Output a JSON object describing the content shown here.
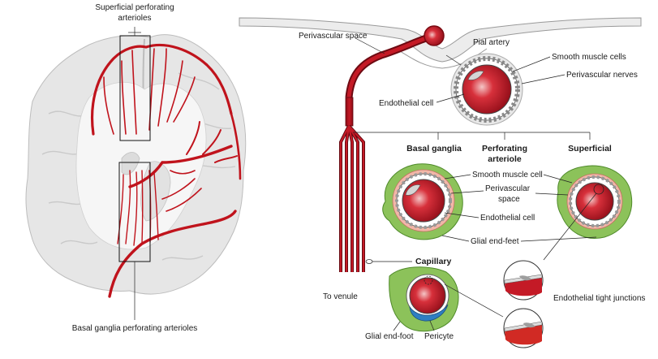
{
  "labels": {
    "superficial_perforating": [
      "Superficial perforating",
      "arterioles"
    ],
    "basal_ganglia_perforating": "Basal ganglia perforating arterioles",
    "perivascular_space_top": "Perivascular space",
    "pial_artery": "Pial artery",
    "smooth_muscle_cells": "Smooth muscle cells",
    "perivascular_nerves": "Perivascular nerves",
    "endothelial_cell_top": "Endothelial cell",
    "basal_ganglia": "Basal ganglia",
    "perforating_arteriole": [
      "Perforating",
      "arteriole"
    ],
    "superficial": "Superficial",
    "smooth_muscle_cell": "Smooth muscle cell",
    "perivascular_space_mid": [
      "Perivascular",
      "space"
    ],
    "endothelial_cell_mid": "Endothelial cell",
    "glial_end_feet": "Glial end-feet",
    "capillary": "Capillary",
    "to_venule": "To venule",
    "glial_end_foot": "Glial end-foot",
    "pericyte": "Pericyte",
    "endothelial_tight_junctions": "Endothelial tight junctions"
  },
  "colors": {
    "artery_red": "#c0131c",
    "vessel_dark": "#8b0a14",
    "glia_green": "#8cc25a",
    "muscle_pink": "#f2b7a8",
    "pericyte_blue": "#2f7fc2",
    "brain_gray": "#e6e6e6"
  }
}
